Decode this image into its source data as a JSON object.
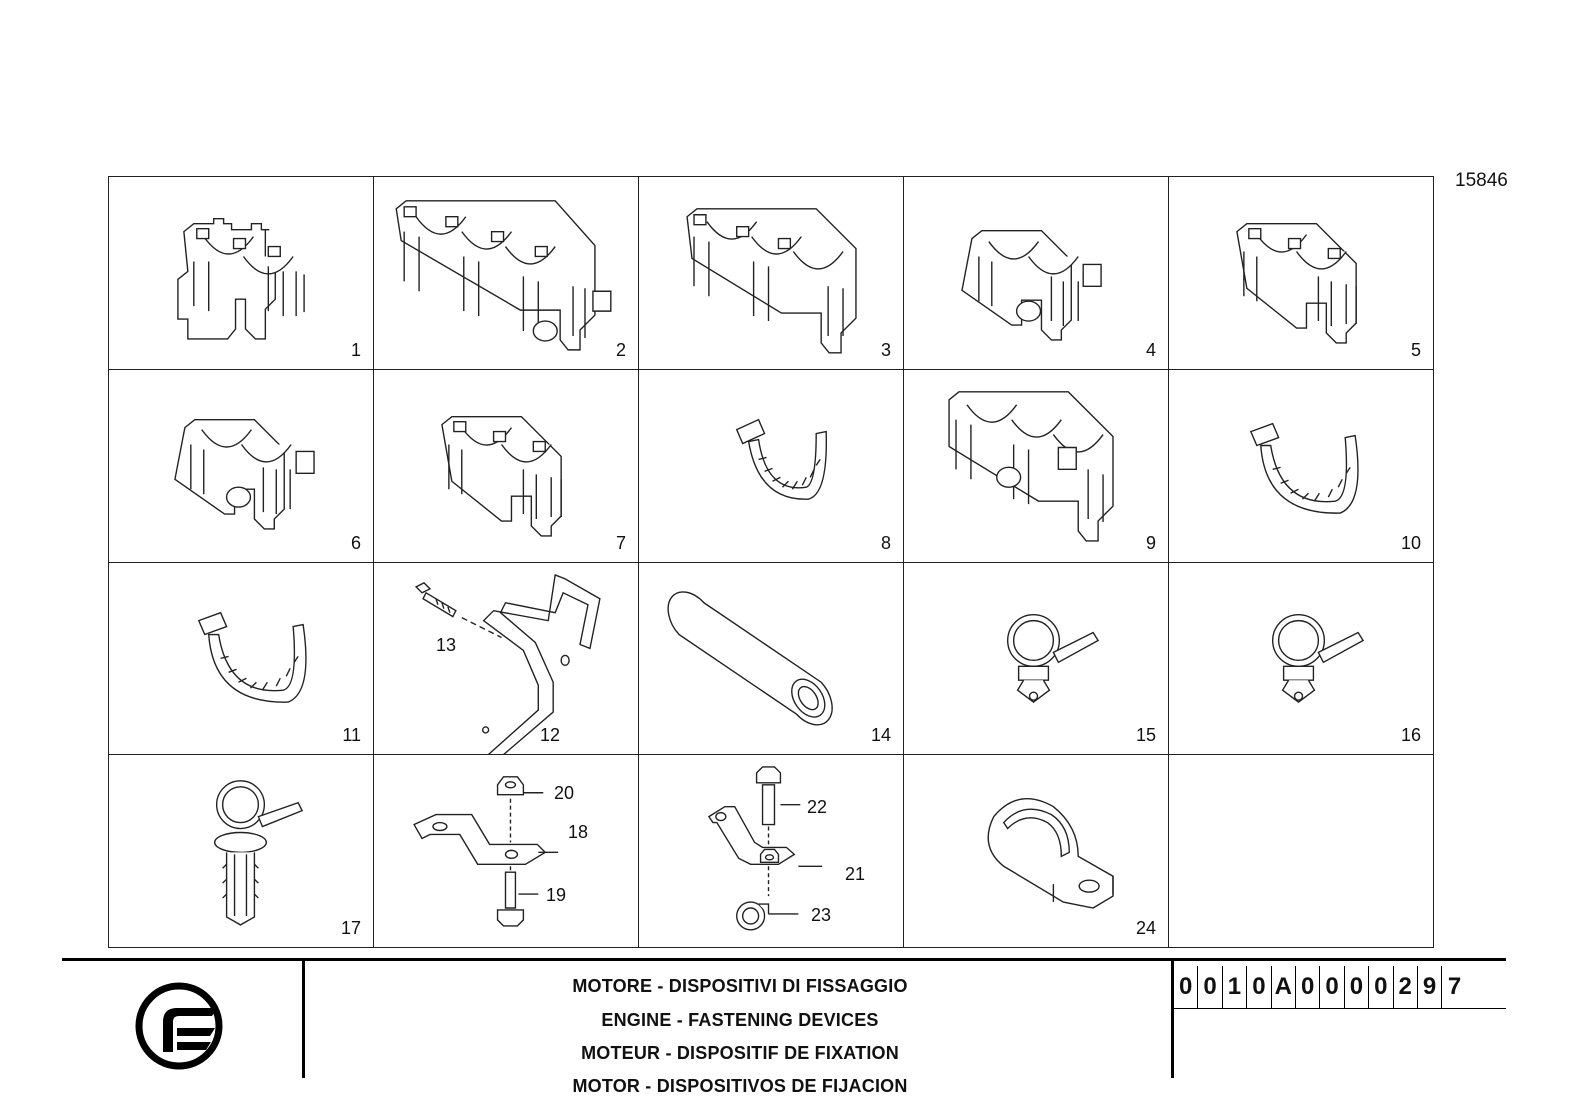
{
  "drawing_number": "15846",
  "parts": [
    {
      "num": "1",
      "icon": "double-pipe-clip-icon"
    },
    {
      "num": "2",
      "icon": "quad-pipe-clip-with-stud-icon"
    },
    {
      "num": "3",
      "icon": "triple-pipe-clip-icon"
    },
    {
      "num": "4",
      "icon": "double-pipe-clip-with-stud-icon"
    },
    {
      "num": "5",
      "icon": "double-pipe-clip-icon"
    },
    {
      "num": "6",
      "icon": "double-pipe-clip-with-stud-icon"
    },
    {
      "num": "7",
      "icon": "double-pipe-clip-icon"
    },
    {
      "num": "8",
      "icon": "cable-tie-icon"
    },
    {
      "num": "9",
      "icon": "triple-pipe-clip-with-stud-icon"
    },
    {
      "num": "10",
      "icon": "cable-tie-icon"
    },
    {
      "num": "11",
      "icon": "cable-tie-icon"
    },
    {
      "num": "12",
      "icon": "bracket-with-bolt-icon"
    },
    {
      "num": "14",
      "icon": "rubber-sleeve-icon"
    },
    {
      "num": "15",
      "icon": "hose-clamp-with-push-pin-icon"
    },
    {
      "num": "16",
      "icon": "hose-clamp-with-push-pin-icon"
    },
    {
      "num": "17",
      "icon": "hose-clamp-with-fir-tree-pin-icon"
    },
    {
      "num": "18",
      "icon": "flat-bracket-assembly-icon"
    },
    {
      "num": "21",
      "icon": "bracket-assembly-with-clamp-icon"
    },
    {
      "num": "24",
      "icon": "p-clip-icon"
    },
    {
      "num": "",
      "icon": ""
    }
  ],
  "callouts": {
    "c13": "13",
    "c19": "19",
    "c20": "20",
    "c22": "22",
    "c23": "23"
  },
  "titles": [
    "MOTORE - DISPOSITIVI DI FISSAGGIO",
    "ENGINE - FASTENING DEVICES",
    "MOTEUR - DISPOSITIF DE FIXATION",
    "MOTOR - DISPOSITIVOS DE FIJACION"
  ],
  "code": [
    "0",
    "0",
    "1",
    "0",
    "A",
    "0",
    "0",
    "0",
    "0",
    "2",
    "9",
    "7"
  ],
  "logo_icon": "manufacturer-logo-icon"
}
